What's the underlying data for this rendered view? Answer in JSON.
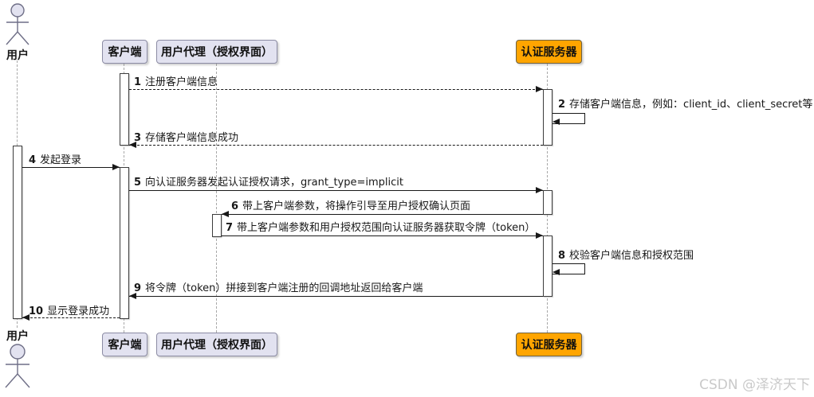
{
  "diagram_type": "uml-sequence",
  "actor": {
    "label": "用户"
  },
  "participants": [
    {
      "id": "client",
      "label": "客户端"
    },
    {
      "id": "user-agent",
      "label": "用户代理（授权界面）"
    },
    {
      "id": "auth-server",
      "label": "认证服务器"
    }
  ],
  "messages": [
    {
      "num": "1",
      "text": "注册客户端信息",
      "from": "client",
      "to": "auth-server",
      "style": "dotted"
    },
    {
      "num": "2",
      "text": "存储客户端信息，例如：client_id、client_secret等",
      "from": "auth-server",
      "to": "auth-server",
      "style": "self"
    },
    {
      "num": "3",
      "text": "存储客户端信息成功",
      "from": "auth-server",
      "to": "client",
      "style": "dotted"
    },
    {
      "num": "4",
      "text": "发起登录",
      "from": "user",
      "to": "client",
      "style": "solid"
    },
    {
      "num": "5",
      "text": "向认证服务器发起认证授权请求，grant_type=implicit",
      "from": "client",
      "to": "auth-server",
      "style": "solid"
    },
    {
      "num": "6",
      "text": "带上客户端参数，将操作引导至用户授权确认页面",
      "from": "auth-server",
      "to": "user-agent",
      "style": "solid"
    },
    {
      "num": "7",
      "text": "带上客户端参数和用户授权范围向认证服务器获取令牌（token）",
      "from": "user-agent",
      "to": "auth-server",
      "style": "solid"
    },
    {
      "num": "8",
      "text": "校验客户端信息和授权范围",
      "from": "auth-server",
      "to": "auth-server",
      "style": "self"
    },
    {
      "num": "9",
      "text": "将令牌（token）拼接到客户端注册的回调地址返回给客户端",
      "from": "auth-server",
      "to": "client",
      "style": "solid"
    },
    {
      "num": "10",
      "text": "显示登录成功",
      "from": "client",
      "to": "user",
      "style": "dotted"
    }
  ],
  "watermark": "CSDN @泽济天下",
  "colors": {
    "participant_fill": "#E2E2F0",
    "participant_border": "#8C8CA4",
    "auth_server_fill": "#FFA500",
    "message_line": "#181818",
    "lifeline": "#A8A8A8",
    "watermark": "#C9C9C9"
  }
}
